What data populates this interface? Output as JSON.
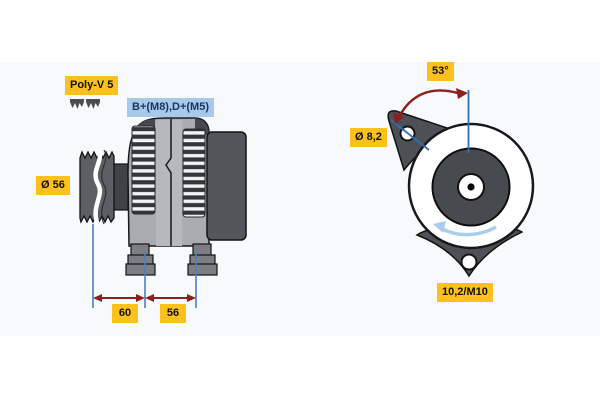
{
  "diagram": {
    "title": "alternator-technical-drawing",
    "views": [
      "side-view",
      "front-view"
    ],
    "labels": {
      "belt_type": "Poly-V 5",
      "terminals": "B+(M8),D+(M5)",
      "pulley_diameter": "Ø 56",
      "dim_left": "60",
      "dim_right": "56",
      "mount_angle": "53°",
      "mount_hole_diameter": "Ø 8,2",
      "mount_hole_spec": "10,2/M10"
    },
    "colors": {
      "highlight_yellow": "#fcc11c",
      "highlight_blue": "#a8c9e9",
      "dimension_red": "#8e1f1f",
      "dimension_blue": "#2f6db5",
      "rotation_arrow_blue": "#a9cdec",
      "body_gray": "#a9adb2",
      "dark_gray": "#4d5156",
      "band_background": "#f7f9fb"
    },
    "icons": {
      "belt_profile": "poly-v-belt-profile-icon",
      "rotation": "rotation-direction-arrow-icon"
    }
  }
}
